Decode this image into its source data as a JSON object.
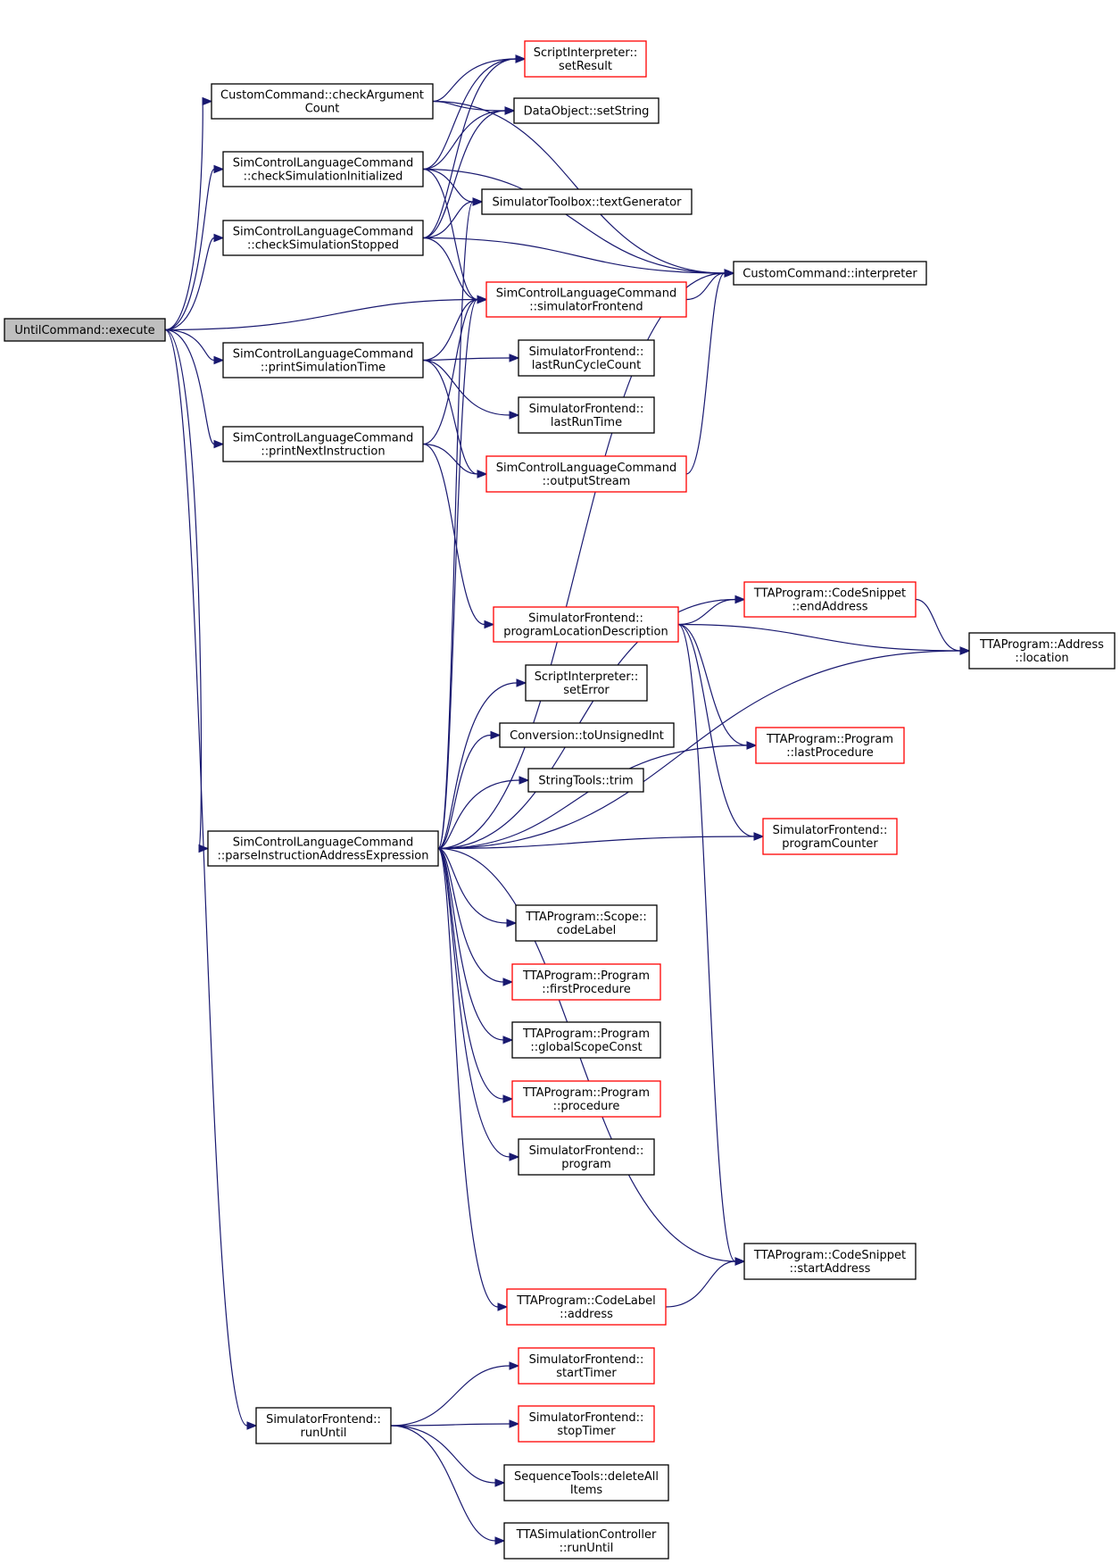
{
  "colors": {
    "edge": "#191970",
    "border_normal": "#000000",
    "border_red": "#ff0000",
    "root_fill": "#bfbfbf",
    "node_fill": "#ffffff"
  },
  "nodes": [
    {
      "id": "root",
      "lines": [
        "UntilCommand::execute"
      ],
      "style": "root"
    },
    {
      "id": "cc_check",
      "lines": [
        "CustomCommand::checkArgument",
        "Count"
      ],
      "style": "normal"
    },
    {
      "id": "si_setResult",
      "lines": [
        "ScriptInterpreter::",
        "setResult"
      ],
      "style": "red"
    },
    {
      "id": "do_setString",
      "lines": [
        "DataObject::setString"
      ],
      "style": "normal"
    },
    {
      "id": "sclc_checkInit",
      "lines": [
        "SimControlLanguageCommand",
        "::checkSimulationInitialized"
      ],
      "style": "normal"
    },
    {
      "id": "stb_textGen",
      "lines": [
        "SimulatorToolbox::textGenerator"
      ],
      "style": "normal"
    },
    {
      "id": "sclc_checkStopped",
      "lines": [
        "SimControlLanguageCommand",
        "::checkSimulationStopped"
      ],
      "style": "normal"
    },
    {
      "id": "cc_interp",
      "lines": [
        "CustomCommand::interpreter"
      ],
      "style": "normal"
    },
    {
      "id": "sclc_simFront",
      "lines": [
        "SimControlLanguageCommand",
        "::simulatorFrontend"
      ],
      "style": "red"
    },
    {
      "id": "sclc_printTime",
      "lines": [
        "SimControlLanguageCommand",
        "::printSimulationTime"
      ],
      "style": "normal"
    },
    {
      "id": "sf_lastCycle",
      "lines": [
        "SimulatorFrontend::",
        "lastRunCycleCount"
      ],
      "style": "normal"
    },
    {
      "id": "sf_lastTime",
      "lines": [
        "SimulatorFrontend::",
        "lastRunTime"
      ],
      "style": "normal"
    },
    {
      "id": "sclc_printNext",
      "lines": [
        "SimControlLanguageCommand",
        "::printNextInstruction"
      ],
      "style": "normal"
    },
    {
      "id": "sclc_outStream",
      "lines": [
        "SimControlLanguageCommand",
        "::outputStream"
      ],
      "style": "red"
    },
    {
      "id": "tta_cs_end",
      "lines": [
        "TTAProgram::CodeSnippet",
        "::endAddress"
      ],
      "style": "red"
    },
    {
      "id": "sf_progLoc",
      "lines": [
        "SimulatorFrontend::",
        "programLocationDescription"
      ],
      "style": "red"
    },
    {
      "id": "tta_addr_loc",
      "lines": [
        "TTAProgram::Address",
        "::location"
      ],
      "style": "normal"
    },
    {
      "id": "si_setError",
      "lines": [
        "ScriptInterpreter::",
        "setError"
      ],
      "style": "normal"
    },
    {
      "id": "conv_toUInt",
      "lines": [
        "Conversion::toUnsignedInt"
      ],
      "style": "normal"
    },
    {
      "id": "tta_prog_last",
      "lines": [
        "TTAProgram::Program",
        "::lastProcedure"
      ],
      "style": "red"
    },
    {
      "id": "st_trim",
      "lines": [
        "StringTools::trim"
      ],
      "style": "normal"
    },
    {
      "id": "sclc_parse",
      "lines": [
        "SimControlLanguageCommand",
        "::parseInstructionAddressExpression"
      ],
      "style": "normal"
    },
    {
      "id": "sf_pc",
      "lines": [
        "SimulatorFrontend::",
        "programCounter"
      ],
      "style": "red"
    },
    {
      "id": "tta_scope_label",
      "lines": [
        "TTAProgram::Scope::",
        "codeLabel"
      ],
      "style": "normal"
    },
    {
      "id": "tta_prog_first",
      "lines": [
        "TTAProgram::Program",
        "::firstProcedure"
      ],
      "style": "red"
    },
    {
      "id": "tta_prog_global",
      "lines": [
        "TTAProgram::Program",
        "::globalScopeConst"
      ],
      "style": "normal"
    },
    {
      "id": "tta_prog_proc",
      "lines": [
        "TTAProgram::Program",
        "::procedure"
      ],
      "style": "red"
    },
    {
      "id": "sf_program",
      "lines": [
        "SimulatorFrontend::",
        "program"
      ],
      "style": "normal"
    },
    {
      "id": "tta_cs_start",
      "lines": [
        "TTAProgram::CodeSnippet",
        "::startAddress"
      ],
      "style": "normal"
    },
    {
      "id": "tta_cl_addr",
      "lines": [
        "TTAProgram::CodeLabel",
        "::address"
      ],
      "style": "red"
    },
    {
      "id": "sf_startTimer",
      "lines": [
        "SimulatorFrontend::",
        "startTimer"
      ],
      "style": "red"
    },
    {
      "id": "sf_runUntil",
      "lines": [
        "SimulatorFrontend::",
        "runUntil"
      ],
      "style": "normal"
    },
    {
      "id": "sf_stopTimer",
      "lines": [
        "SimulatorFrontend::",
        "stopTimer"
      ],
      "style": "red"
    },
    {
      "id": "seq_delete",
      "lines": [
        "SequenceTools::deleteAll",
        "Items"
      ],
      "style": "normal"
    },
    {
      "id": "tta_sim_run",
      "lines": [
        "TTASimulationController",
        "::runUntil"
      ],
      "style": "normal"
    }
  ],
  "edges": [
    [
      "root",
      "cc_check"
    ],
    [
      "root",
      "sclc_checkInit"
    ],
    [
      "root",
      "sclc_checkStopped"
    ],
    [
      "root",
      "sclc_simFront"
    ],
    [
      "root",
      "sclc_printTime"
    ],
    [
      "root",
      "sclc_printNext"
    ],
    [
      "root",
      "sclc_parse"
    ],
    [
      "root",
      "sf_runUntil"
    ],
    [
      "cc_check",
      "si_setResult"
    ],
    [
      "cc_check",
      "do_setString"
    ],
    [
      "cc_check",
      "cc_interp"
    ],
    [
      "sclc_checkInit",
      "si_setResult"
    ],
    [
      "sclc_checkInit",
      "do_setString"
    ],
    [
      "sclc_checkInit",
      "stb_textGen"
    ],
    [
      "sclc_checkInit",
      "cc_interp"
    ],
    [
      "sclc_checkInit",
      "sclc_simFront"
    ],
    [
      "sclc_checkStopped",
      "si_setResult"
    ],
    [
      "sclc_checkStopped",
      "do_setString"
    ],
    [
      "sclc_checkStopped",
      "stb_textGen"
    ],
    [
      "sclc_checkStopped",
      "cc_interp"
    ],
    [
      "sclc_checkStopped",
      "sclc_simFront"
    ],
    [
      "sclc_simFront",
      "cc_interp"
    ],
    [
      "sclc_printTime",
      "sclc_simFront"
    ],
    [
      "sclc_printTime",
      "sf_lastCycle"
    ],
    [
      "sclc_printTime",
      "sf_lastTime"
    ],
    [
      "sclc_printTime",
      "sclc_outStream"
    ],
    [
      "sclc_printNext",
      "sclc_simFront"
    ],
    [
      "sclc_printNext",
      "sclc_outStream"
    ],
    [
      "sclc_printNext",
      "sf_progLoc"
    ],
    [
      "sclc_outStream",
      "cc_interp"
    ],
    [
      "sf_progLoc",
      "tta_cs_end"
    ],
    [
      "sf_progLoc",
      "tta_addr_loc"
    ],
    [
      "sf_progLoc",
      "tta_prog_last"
    ],
    [
      "sf_progLoc",
      "sf_pc"
    ],
    [
      "sf_progLoc",
      "tta_cs_start"
    ],
    [
      "tta_cs_end",
      "tta_addr_loc"
    ],
    [
      "sclc_parse",
      "stb_textGen"
    ],
    [
      "sclc_parse",
      "sclc_simFront"
    ],
    [
      "sclc_parse",
      "cc_interp"
    ],
    [
      "sclc_parse",
      "tta_cs_end"
    ],
    [
      "sclc_parse",
      "si_setError"
    ],
    [
      "sclc_parse",
      "conv_toUInt"
    ],
    [
      "sclc_parse",
      "st_trim"
    ],
    [
      "sclc_parse",
      "tta_prog_last"
    ],
    [
      "sclc_parse",
      "sf_pc"
    ],
    [
      "sclc_parse",
      "tta_scope_label"
    ],
    [
      "sclc_parse",
      "tta_prog_first"
    ],
    [
      "sclc_parse",
      "tta_prog_global"
    ],
    [
      "sclc_parse",
      "tta_prog_proc"
    ],
    [
      "sclc_parse",
      "sf_program"
    ],
    [
      "sclc_parse",
      "tta_addr_loc"
    ],
    [
      "sclc_parse",
      "tta_cs_start"
    ],
    [
      "sclc_parse",
      "tta_cl_addr"
    ],
    [
      "tta_cl_addr",
      "tta_cs_start"
    ],
    [
      "sf_runUntil",
      "sf_startTimer"
    ],
    [
      "sf_runUntil",
      "sf_stopTimer"
    ],
    [
      "sf_runUntil",
      "seq_delete"
    ],
    [
      "sf_runUntil",
      "tta_sim_run"
    ]
  ]
}
